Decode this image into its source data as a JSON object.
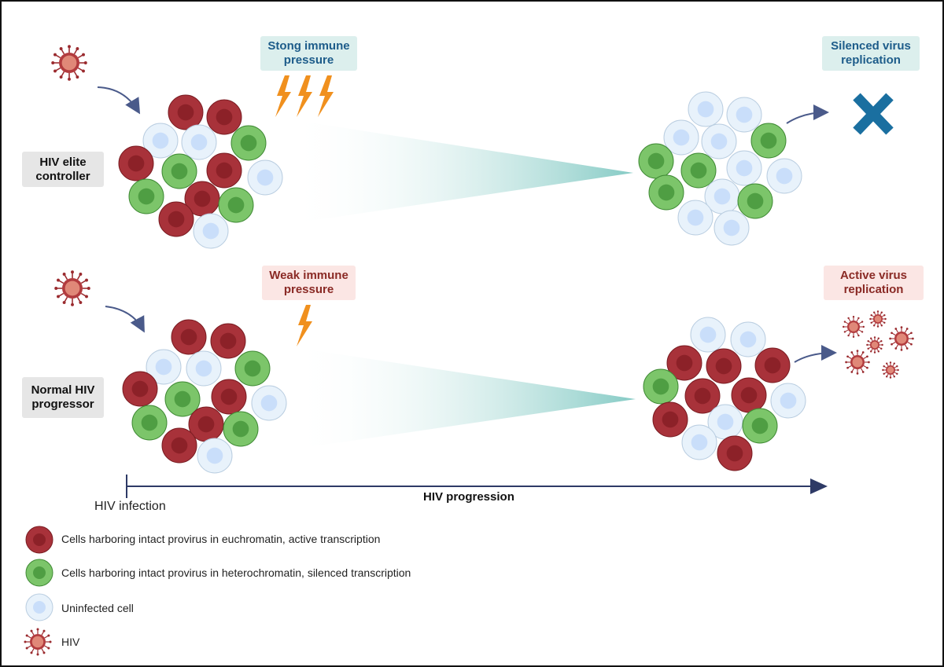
{
  "rows": {
    "elite": {
      "label": "HIV elite\ncontroller",
      "pressure": "Stong immune\npressure",
      "outcome": "Silenced virus\nreplication"
    },
    "normal": {
      "label": "Normal HIV\nprogressor",
      "pressure": "Weak immune\npressure",
      "outcome": "Active virus\nreplication"
    }
  },
  "timeline": {
    "start_label": "HIV infection",
    "progress_label": "HIV progression"
  },
  "legend": [
    {
      "type": "red",
      "text": "Cells harboring intact provirus in euchromatin, active transcription"
    },
    {
      "type": "green",
      "text": "Cells harboring intact provirus in heterochromatin, silenced transcription"
    },
    {
      "type": "blue",
      "text": "Uninfected cell"
    },
    {
      "type": "hiv",
      "text": "HIV"
    }
  ],
  "colors": {
    "infected_active": "#a8323a",
    "infected_silenced": "#7cc56a",
    "uninfected": "#e8f2fb",
    "hiv": "#c9524a",
    "lightning": "#f0901e",
    "arrow": "#4a5a8a",
    "cross": "#1a6fa0"
  }
}
